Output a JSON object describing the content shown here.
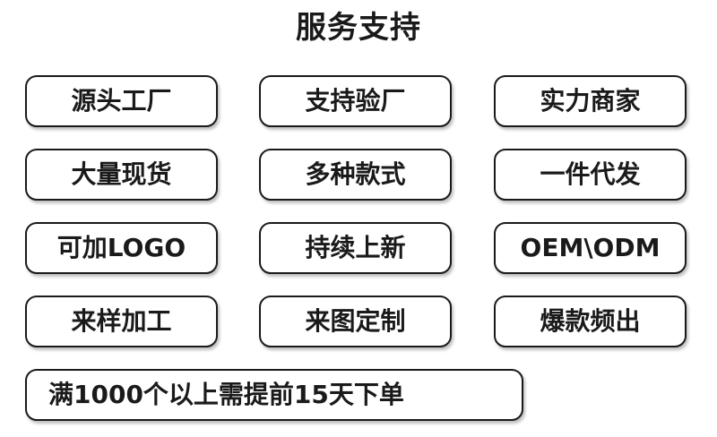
{
  "title": "服务支持",
  "tags": [
    [
      "源头工厂",
      "支持验厂",
      "实力商家"
    ],
    [
      "大量现货",
      "多种款式",
      "一件代发"
    ],
    [
      "可加LOGO",
      "持续上新",
      "OEM\\ODM"
    ],
    [
      "来样加工",
      "来图定制",
      "爆款频出"
    ]
  ],
  "notice": "满1000个以上需提前15天下单"
}
